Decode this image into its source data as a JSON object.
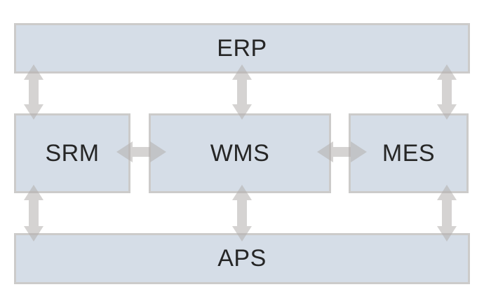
{
  "diagram": {
    "type": "system-integration-block-diagram",
    "boxes": [
      {
        "id": "erp",
        "label": "ERP"
      },
      {
        "id": "srm",
        "label": "SRM"
      },
      {
        "id": "wms",
        "label": "WMS"
      },
      {
        "id": "mes",
        "label": "MES"
      },
      {
        "id": "aps",
        "label": "APS"
      }
    ],
    "connections": [
      {
        "from": "ERP",
        "to": "SRM",
        "direction": "bidirectional",
        "orientation": "vertical"
      },
      {
        "from": "ERP",
        "to": "WMS",
        "direction": "bidirectional",
        "orientation": "vertical"
      },
      {
        "from": "ERP",
        "to": "MES",
        "direction": "bidirectional",
        "orientation": "vertical"
      },
      {
        "from": "SRM",
        "to": "WMS",
        "direction": "bidirectional",
        "orientation": "horizontal"
      },
      {
        "from": "WMS",
        "to": "MES",
        "direction": "bidirectional",
        "orientation": "horizontal"
      },
      {
        "from": "SRM",
        "to": "APS",
        "direction": "bidirectional",
        "orientation": "vertical"
      },
      {
        "from": "WMS",
        "to": "APS",
        "direction": "bidirectional",
        "orientation": "vertical"
      },
      {
        "from": "MES",
        "to": "APS",
        "direction": "bidirectional",
        "orientation": "vertical"
      }
    ],
    "colors": {
      "box_fill": "#d5dde7",
      "box_border": "#cccbca",
      "arrow": "#b3afad",
      "text": "#262626",
      "background": "#ffffff"
    }
  }
}
